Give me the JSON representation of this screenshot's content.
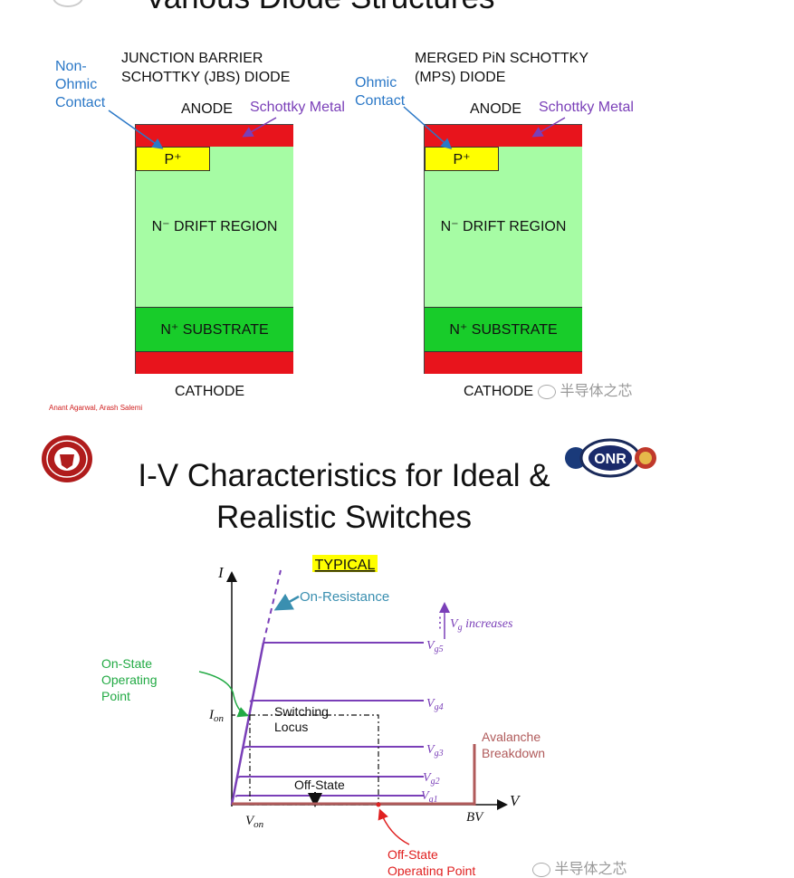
{
  "slide1": {
    "title": "Various Diode Structures",
    "jbs": {
      "header": "JUNCTION BARRIER\nSCHOTTKY (JBS) DIODE",
      "contact_label": "Non-\nOhmic\nContact",
      "anode": "ANODE",
      "metal_label": "Schottky Metal",
      "p_label": "P⁺",
      "drift_label": "N⁻ DRIFT REGION",
      "substrate_label": "N⁺ SUBSTRATE",
      "cathode": "CATHODE"
    },
    "mps": {
      "header": "MERGED PiN SCHOTTKY\n(MPS) DIODE",
      "contact_label": "Ohmic\nContact",
      "anode": "ANODE",
      "metal_label": "Schottky Metal",
      "p_label": "P⁺",
      "drift_label": "N⁻ DRIFT REGION",
      "substrate_label": "N⁺ SUBSTRATE",
      "cathode": "CATHODE"
    },
    "credit": "Anant Agarwal, Arash Salemi",
    "watermark": "半导体之芯"
  },
  "slide2": {
    "title_line1": "I-V Characteristics for Ideal &",
    "title_line2": "Realistic Switches",
    "typical": "TYPICAL",
    "axis_i": "I",
    "axis_v": "V",
    "on_resistance": "On-Resistance",
    "vg_increases_sym": "V",
    "vg_increases_sub": "g",
    "vg_increases_text": " increases",
    "curves": [
      {
        "label_sub": "g5"
      },
      {
        "label_sub": "g4"
      },
      {
        "label_sub": "g3"
      },
      {
        "label_sub": "g2"
      },
      {
        "label_sub": "g1"
      }
    ],
    "curve_label_main": "V",
    "on_state_1": "On-State",
    "on_state_2": "Operating",
    "on_state_3": "Point",
    "ion_main": "I",
    "ion_sub": "on",
    "von_main": "V",
    "von_sub": "on",
    "switching_1": "Switching",
    "switching_2": "Locus",
    "off_state": "Off-State",
    "bv": "BV",
    "avalanche_1": "Avalanche",
    "avalanche_2": "Breakdown",
    "off_state_op_1": "Off-State",
    "off_state_op_2": "Operating Point",
    "watermark": "半导体之芯",
    "colors": {
      "purple": "#7a3fb8",
      "green": "#22aa44",
      "red": "#e02020",
      "teal": "#3a8fb0",
      "brown": "#b05a5a"
    }
  }
}
